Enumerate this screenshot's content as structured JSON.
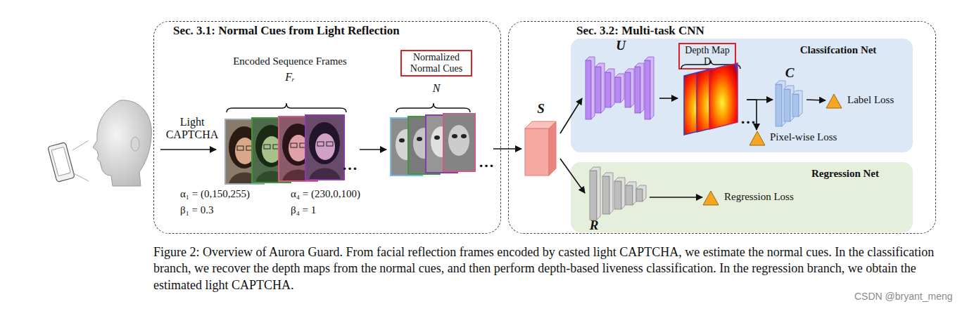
{
  "diagram": {
    "caption": "Figure 2: Overview of Aurora Guard. From facial reflection frames encoded by casted light CAPTCHA, we estimate the normal cues. In the classification branch, we recover the depth maps from the normal cues, and then perform depth-based liveness classification. In the regression branch, we obtain the estimated light CAPTCHA.",
    "nodes": [
      {
        "text": [
          "Sec. 3.1: Normal Cues from Light Reflection"
        ]
      },
      {
        "text": [
          "Encoded Sequence Frames",
          "Fᵣ"
        ],
        "in": 0
      },
      {
        "text": [
          "Normalized Normal Cues",
          "N"
        ],
        "in": 0
      },
      {
        "text": [
          "Sec. 3.2: Multi-task CNN"
        ]
      },
      {
        "text": [
          "S"
        ],
        "in": 3
      },
      {
        "text": [
          "Classifcation Net"
        ],
        "in": 3
      },
      {
        "text": [
          "U"
        ],
        "in": 5
      },
      {
        "text": [
          "Depth Map D"
        ],
        "in": 5
      },
      {
        "text": [
          "C"
        ],
        "in": 5
      },
      {
        "text": [
          "Label Loss"
        ],
        "in": 5
      },
      {
        "text": [
          "Pixel-wise Loss"
        ],
        "in": 5
      },
      {
        "text": [
          "Regression Net"
        ],
        "in": 3
      },
      {
        "text": [
          "R"
        ],
        "in": 11
      },
      {
        "text": [
          "Regression Loss"
        ],
        "in": 11
      }
    ],
    "edges": [
      {
        "from": 1,
        "to": 2,
        "arrow": "to"
      },
      {
        "from": 2,
        "to": 4,
        "arrow": "to"
      },
      {
        "from": 4,
        "to": 6,
        "arrow": "to"
      },
      {
        "from": 4,
        "to": 12,
        "arrow": "to"
      },
      {
        "from": 6,
        "to": 7,
        "arrow": "to"
      },
      {
        "from": 7,
        "to": 8,
        "arrow": "to"
      },
      {
        "from": 7,
        "to": 10,
        "arrow": "to"
      },
      {
        "from": 8,
        "to": 9,
        "arrow": "to"
      },
      {
        "from": 12,
        "to": 13,
        "arrow": "to"
      }
    ],
    "labels": [
      "Light CAPTCHA",
      "α₁ = (0,150,255)",
      "β₁ = 0.3",
      "α₄ = (230,0,100)",
      "β₄ = 1",
      "…",
      "…",
      "…",
      "CSDN @bryant_meng"
    ]
  }
}
